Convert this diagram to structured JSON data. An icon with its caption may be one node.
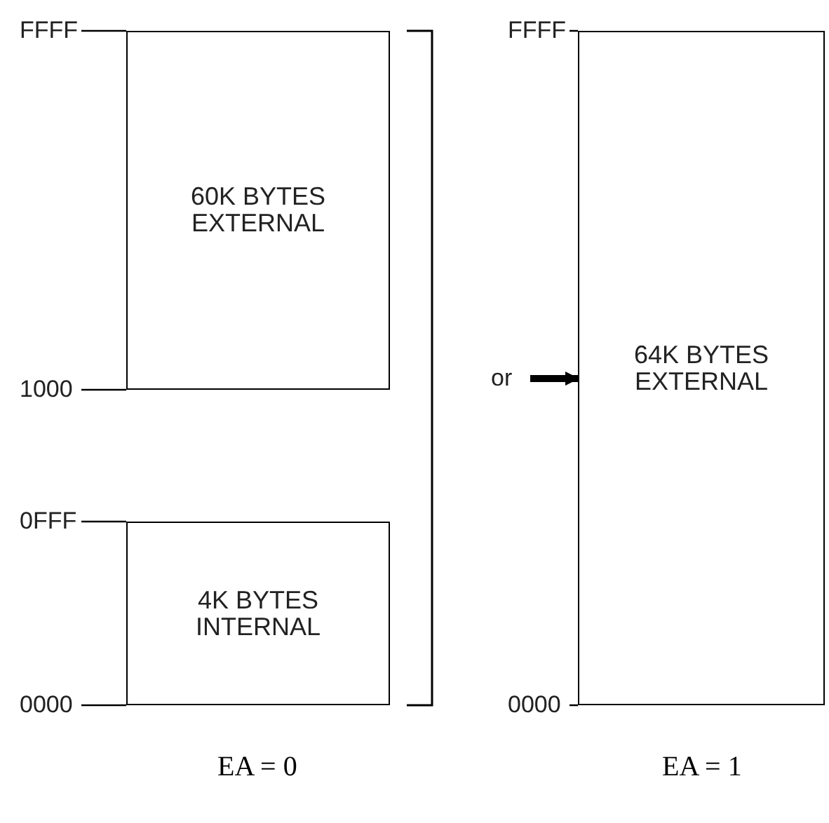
{
  "diagram": {
    "nodes": [
      {
        "text": [
          "60K BYTES EXTERNAL"
        ]
      },
      {
        "text": [
          "4K BYTES INTERNAL"
        ]
      },
      {
        "text": [
          "64K BYTES EXTERNAL"
        ]
      }
    ],
    "edges": [
      {
        "from": null,
        "to": 2,
        "arrow": "to",
        "label": "or"
      }
    ],
    "labels": [
      "FFFF",
      "FFFF",
      "1000",
      "0FFF",
      "0000",
      "0000",
      "EA = 0",
      "EA = 1"
    ]
  }
}
